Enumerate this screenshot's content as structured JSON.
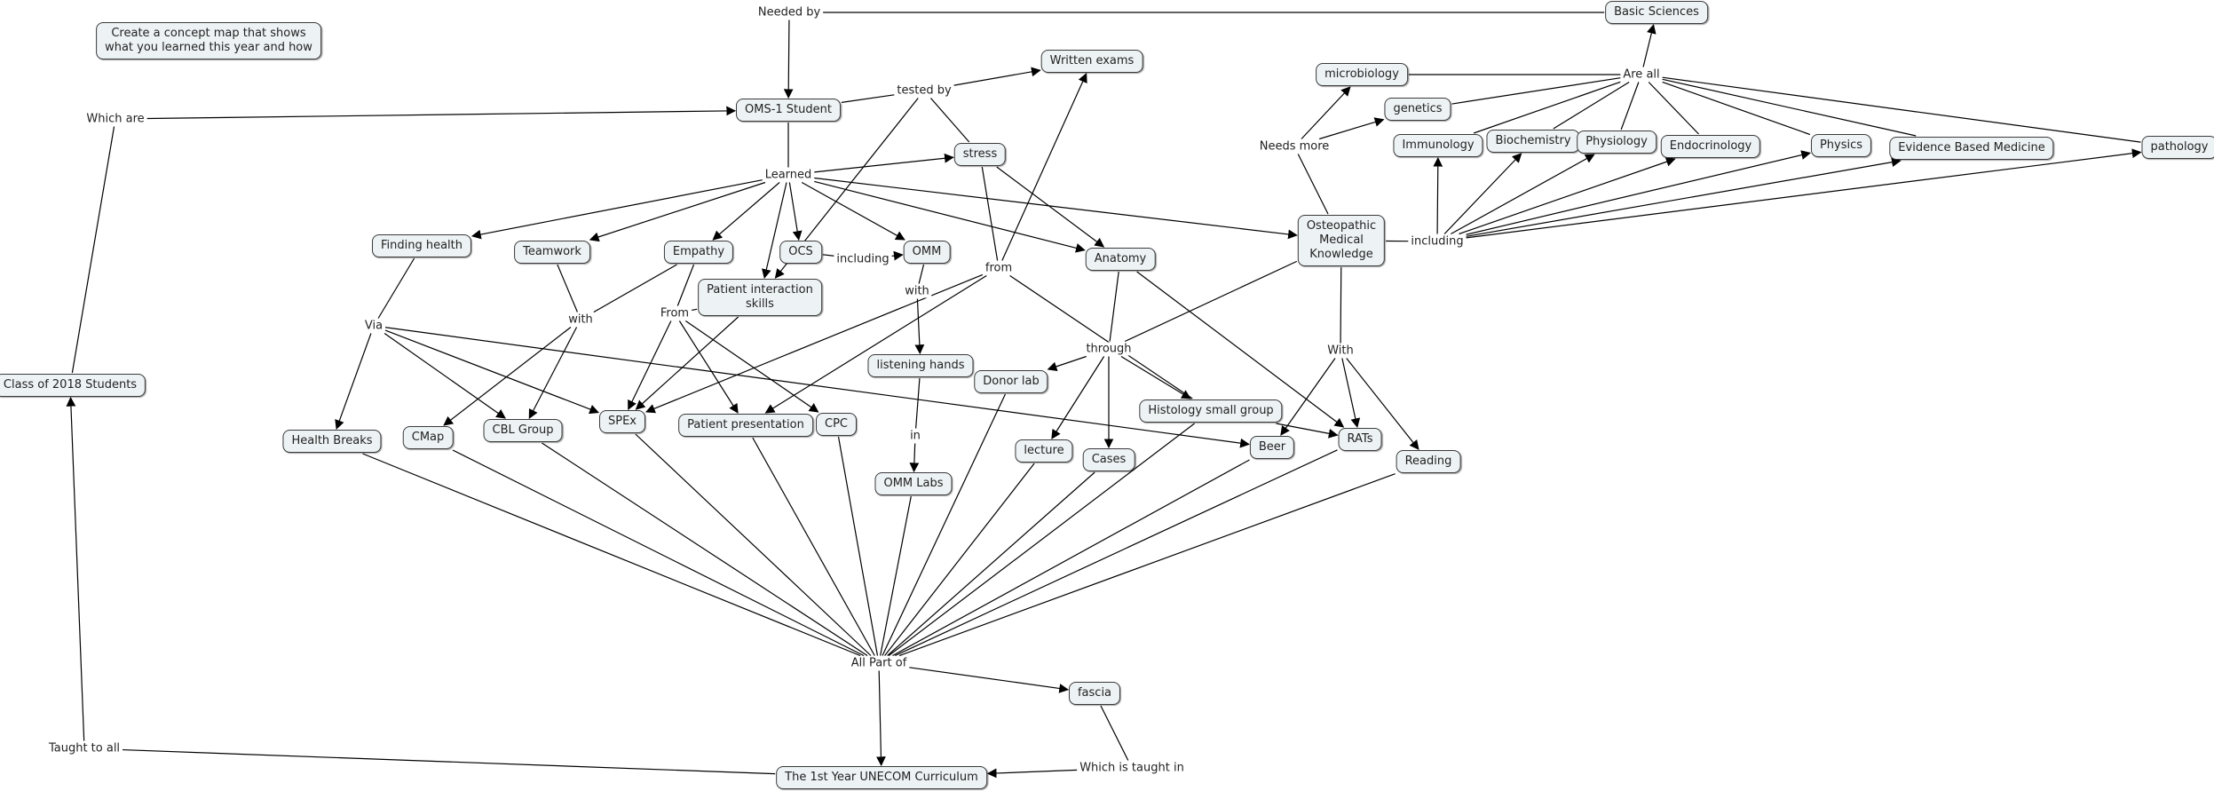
{
  "map": {
    "prompt": "Create a concept map that shows\nwhat you learned this year and how",
    "concepts": {
      "oms1": "OMS-1 Student",
      "basic_sciences": "Basic Sciences",
      "written_exams": "Written exams",
      "microbiology": "microbiology",
      "genetics": "genetics",
      "immunology": "Immunology",
      "biochemistry": "Biochemistry",
      "physiology": "Physiology",
      "endocrinology": "Endocrinology",
      "physics": "Physics",
      "ebm": "Evidence Based Medicine",
      "pathology": "pathology",
      "stress": "stress",
      "osteo": "Osteopathic\nMedical\nKnowledge",
      "finding_health": "Finding health",
      "teamwork": "Teamwork",
      "empathy": "Empathy",
      "ocs": "OCS",
      "omm": "OMM",
      "anatomy": "Anatomy",
      "pis": "Patient interaction\nskills",
      "listening_hands": "listening hands",
      "donor_lab": "Donor lab",
      "histology": "Histology small group",
      "class2018": "Class of 2018 Students",
      "health_breaks": "Health Breaks",
      "cmap": "CMap",
      "cbl": "CBL Group",
      "spex": "SPEx",
      "patient_presentation": "Patient presentation",
      "cpc": "CPC",
      "omm_labs": "OMM Labs",
      "lecture": "lecture",
      "cases": "Cases",
      "beer": "Beer",
      "rats": "RATs",
      "reading": "Reading",
      "fascia": "fascia",
      "curriculum": "The 1st Year UNECOM Curriculum"
    },
    "linking_phrases": {
      "needed_by": "Needed by",
      "which_are": "Which are",
      "tested_by": "tested by",
      "are_all": "Are all",
      "needs_more": "Needs more",
      "learned": "Learned",
      "including_osteo": "including",
      "including_ocs": "including",
      "from_mid": "from",
      "with_omm": "with",
      "via": "Via",
      "with_team": "with",
      "from_pis": "From",
      "through": "through",
      "with_osteo": "With",
      "in": "in",
      "all_part_of": "All Part of",
      "which_is_taught_in": "Which is taught in",
      "taught_to_all": "Taught to all"
    }
  }
}
